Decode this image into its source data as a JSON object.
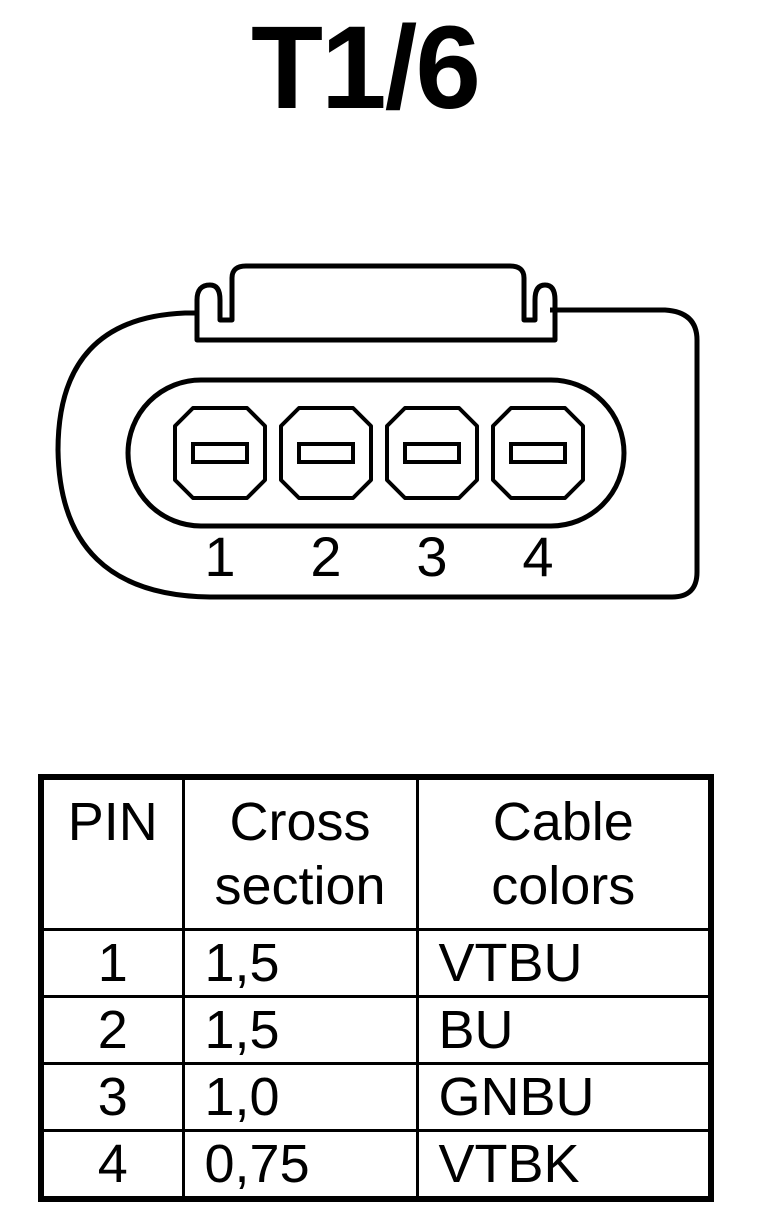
{
  "title": "T1/6",
  "connector": {
    "pin_numbers": [
      "1",
      "2",
      "3",
      "4"
    ]
  },
  "table": {
    "headers": {
      "pin": [
        "PIN"
      ],
      "cross_section": [
        "Cross",
        "section"
      ],
      "cable_colors": [
        "Cable",
        "colors"
      ]
    },
    "rows": [
      {
        "pin": "1",
        "cross_section": "1,5",
        "cable_colors": "VTBU"
      },
      {
        "pin": "2",
        "cross_section": "1,5",
        "cable_colors": "BU"
      },
      {
        "pin": "3",
        "cross_section": "1,0",
        "cable_colors": "GNBU"
      },
      {
        "pin": "4",
        "cross_section": "0,75",
        "cable_colors": "VTBK"
      }
    ]
  }
}
